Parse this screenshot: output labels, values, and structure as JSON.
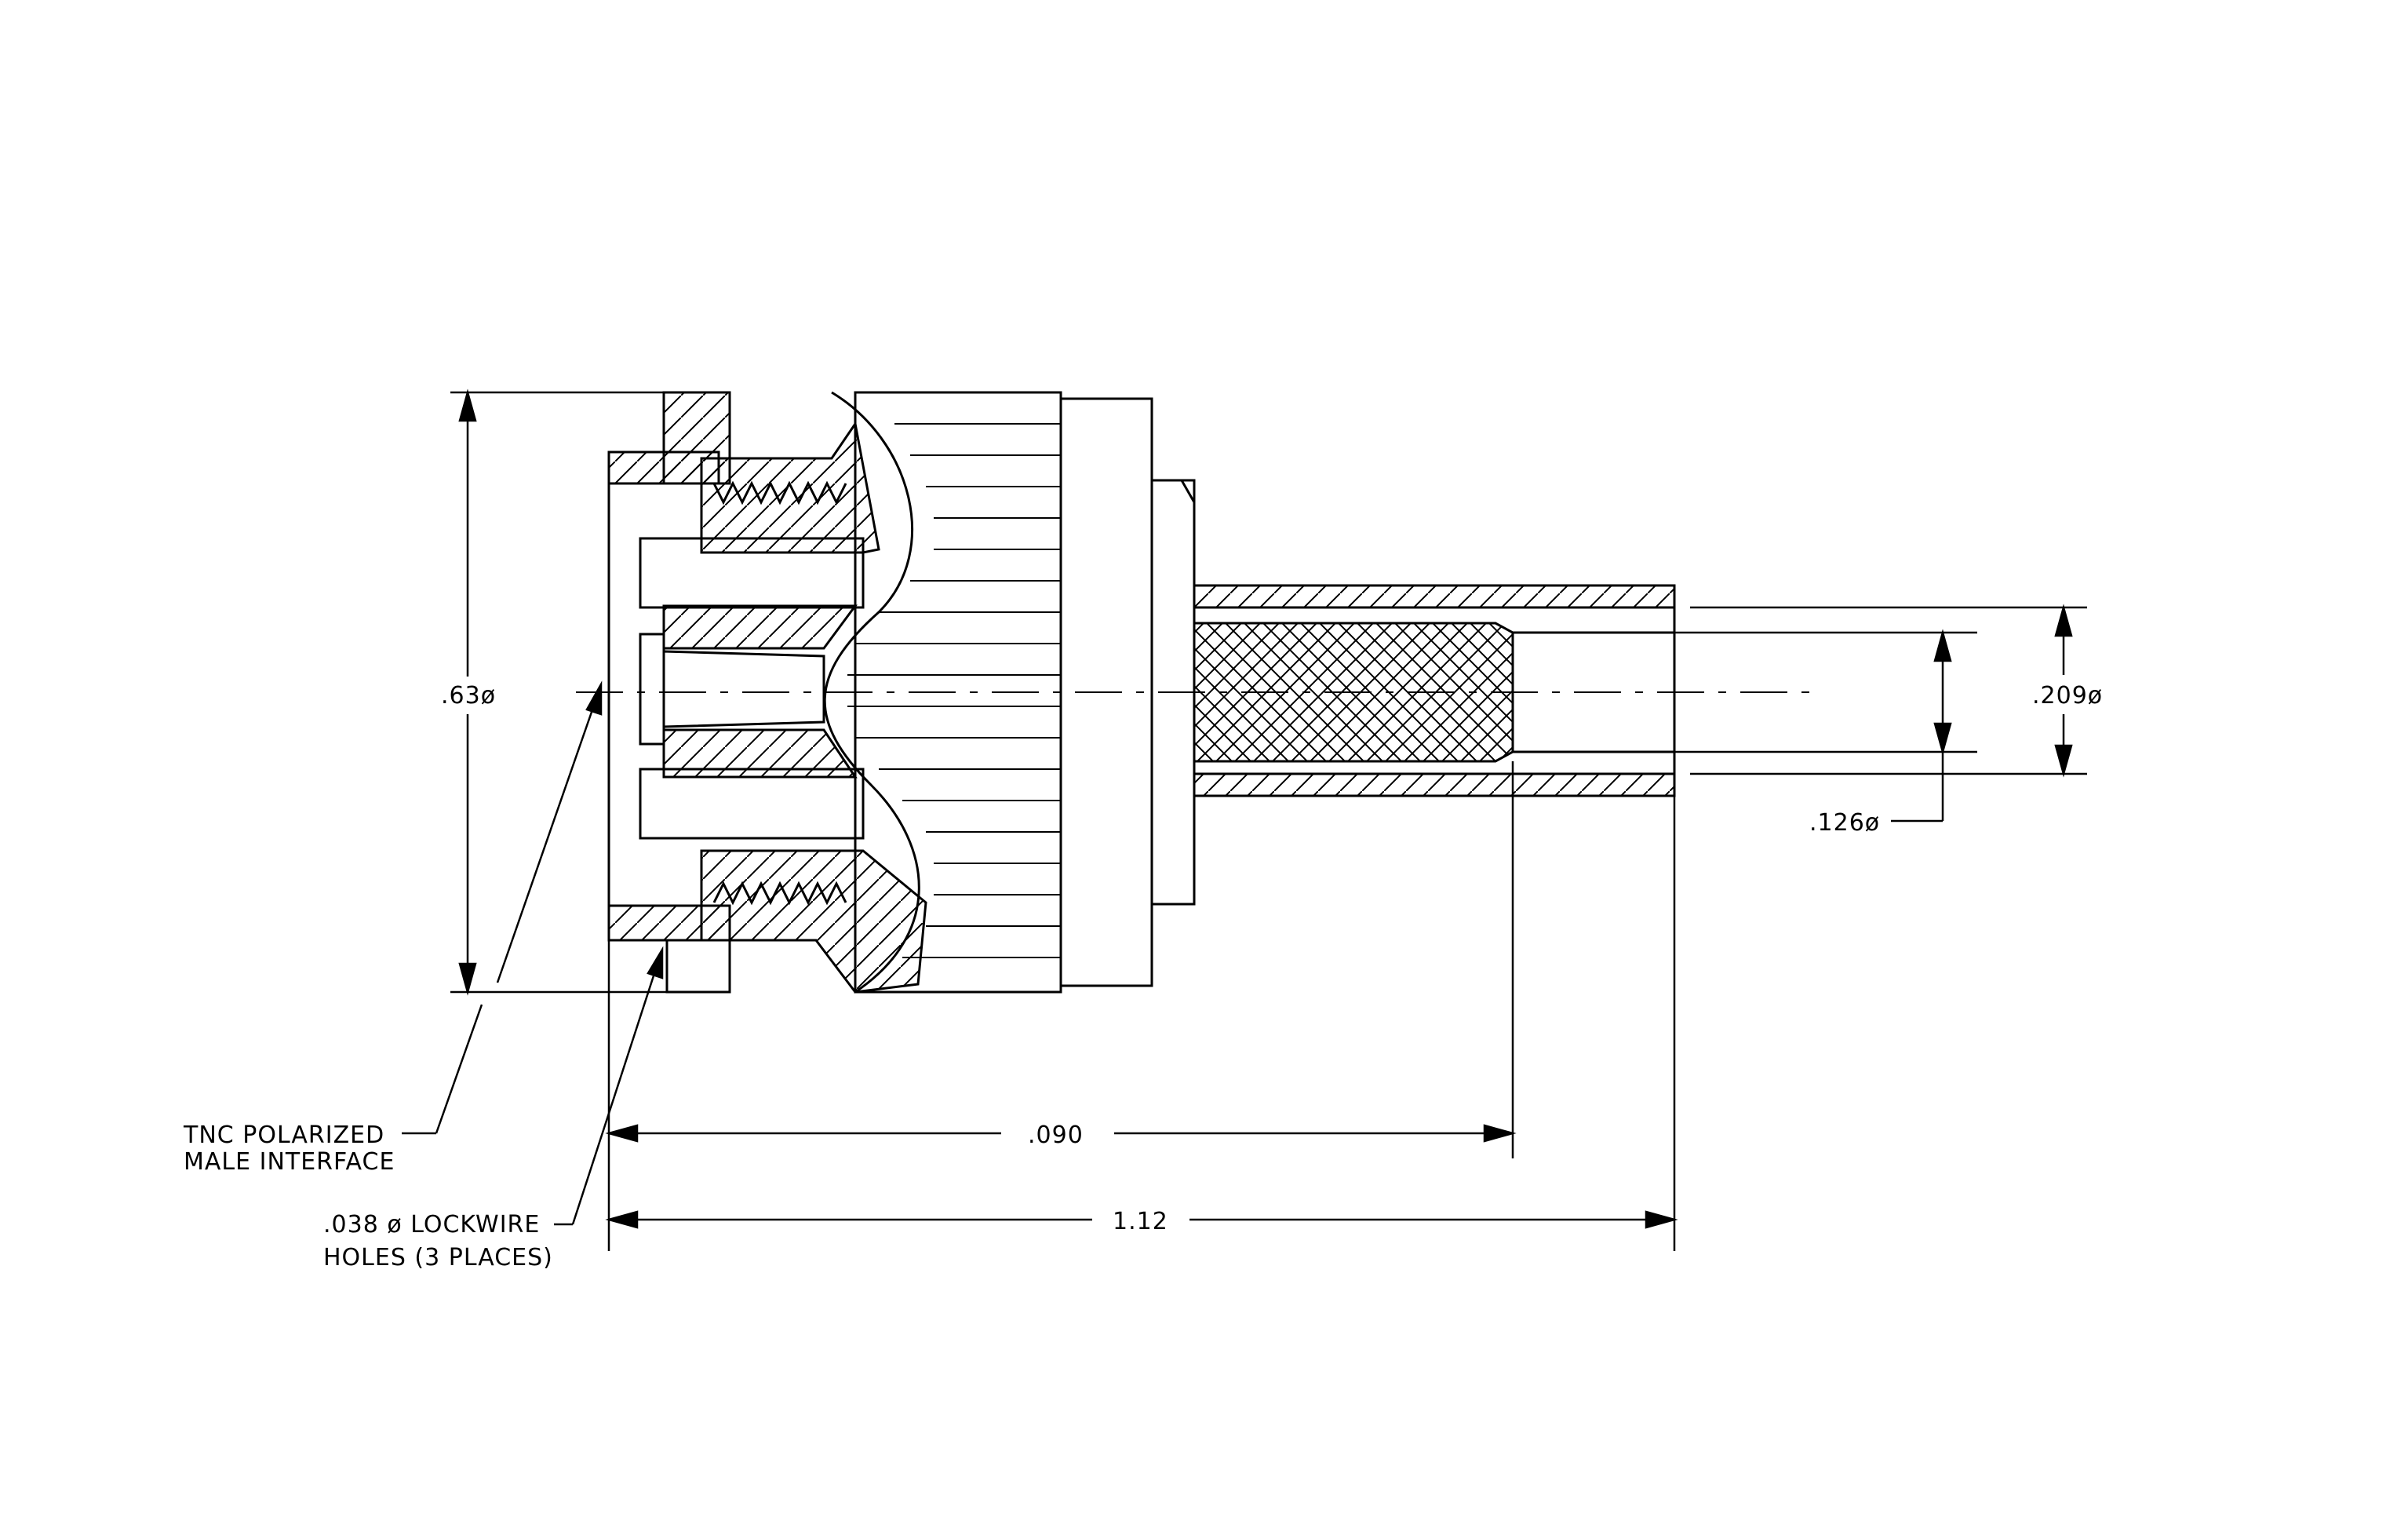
{
  "dimensions": {
    "overall_diameter": ".63ø",
    "outer_ferrule_diameter": ".209ø",
    "inner_ferrule_diameter": ".126ø",
    "inner_length": ".090",
    "overall_length": "1.12"
  },
  "callouts": {
    "interface": [
      "TNC POLARIZED",
      "MALE INTERFACE"
    ],
    "lockwire": [
      ".038 ø LOCKWIRE",
      "HOLES (3 PLACES)"
    ]
  }
}
